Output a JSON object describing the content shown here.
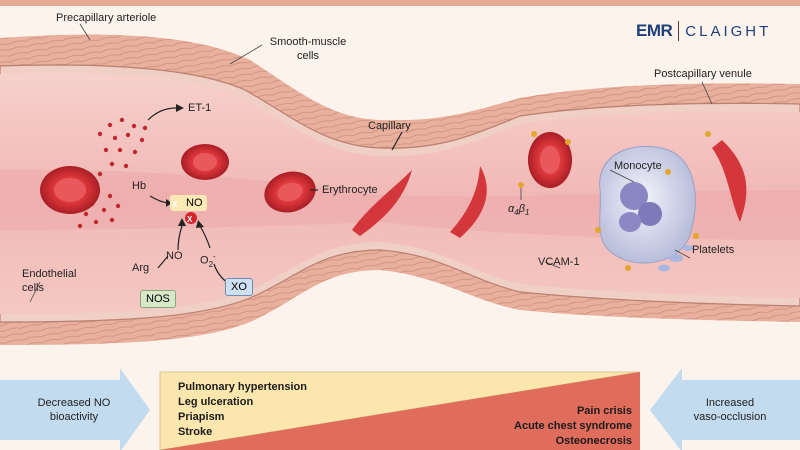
{
  "labels": {
    "precapillary_arteriole": "Precapillary arteriole",
    "smooth_muscle_1": "Smooth-muscle",
    "smooth_muscle_2": "cells",
    "postcapillary_venule": "Postcapillary venule",
    "capillary": "Capillary",
    "et1": "ET-1",
    "hb": "Hb",
    "no_top": "NO",
    "no_mid": "NO",
    "o2": "O",
    "o2_sub": "2",
    "o2_sup": "-",
    "arg": "Arg",
    "nos": "NOS",
    "xo": "XO",
    "endothelial_1": "Endothelial",
    "endothelial_2": "cells",
    "erythrocyte": "Erythrocyte",
    "alpha_beta": "α",
    "alpha_sub": "4",
    "beta": "β",
    "beta_sub": "1",
    "monocyte": "Monocyte",
    "platelets": "Platelets",
    "vcam": "VCAM-1",
    "x_mark": "X"
  },
  "logo": {
    "emr": "EMR",
    "claight": "CLAIGHT"
  },
  "left_box": {
    "line1": "Decreased NO",
    "line2": "bioactivity"
  },
  "right_box": {
    "line1": "Increased",
    "line2": "vaso-occlusion"
  },
  "left_list": [
    "Pulmonary hypertension",
    "Leg ulceration",
    "Priapism",
    "Stroke"
  ],
  "right_list": [
    "Pain crisis",
    "Acute chest syndrome",
    "Osteonecrosis"
  ],
  "colors": {
    "vessel_wall": "#e9b7a4",
    "lumen": "#f2bcbd",
    "rbc": "#d83a3f",
    "yellow": "#fbe9b5",
    "red_band": "#dd6a5d",
    "arrow_blue": "#bcd6ec"
  }
}
